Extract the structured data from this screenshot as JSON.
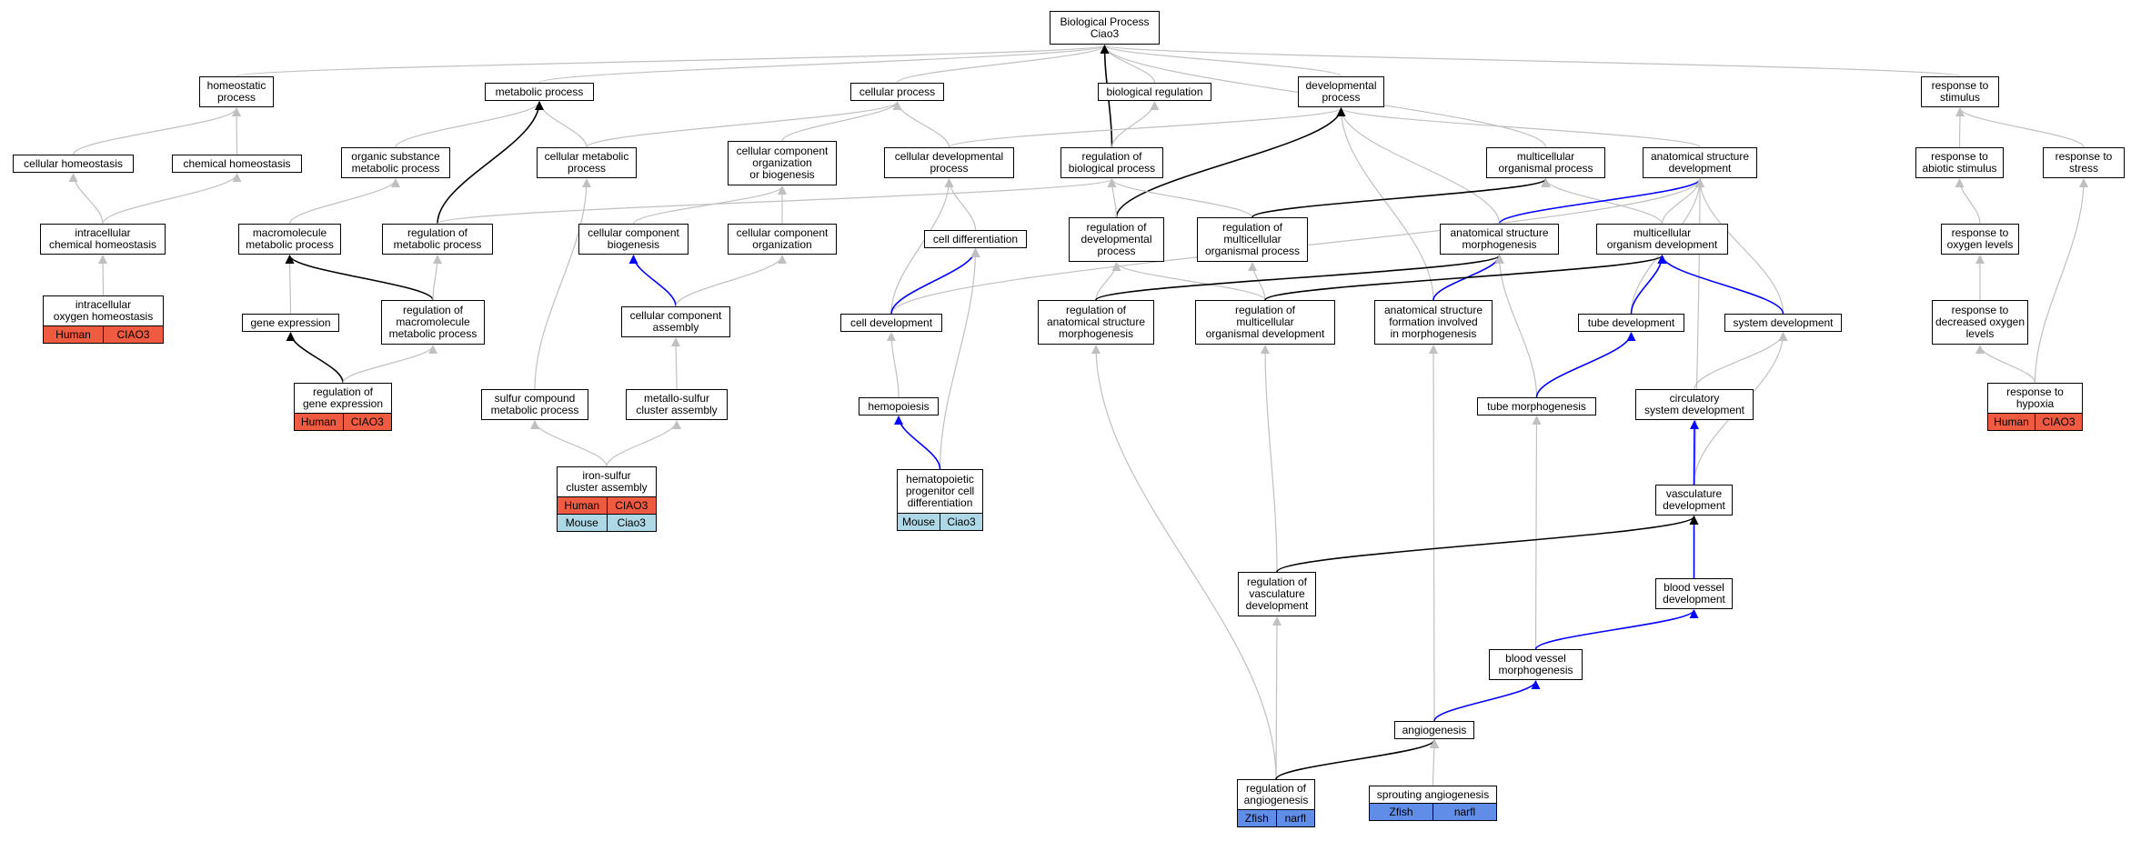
{
  "colors": {
    "gray_edge": "#c0c0c0",
    "black_edge": "#000000",
    "blue_edge": "#0000ff",
    "human_fill": "#ef5b40",
    "mouse_fill": "#aed8e6",
    "zfish_fill": "#5f8de8"
  },
  "nodes": [
    {
      "id": "bp",
      "label": "Biological Process\nCiao3"
    },
    {
      "id": "homeostatic",
      "label": "homeostatic\nprocess"
    },
    {
      "id": "metabolic",
      "label": "metabolic process"
    },
    {
      "id": "cellular",
      "label": "cellular process"
    },
    {
      "id": "bioreg",
      "label": "biological regulation"
    },
    {
      "id": "devproc",
      "label": "developmental\nprocess"
    },
    {
      "id": "stimulus",
      "label": "response to\nstimulus"
    },
    {
      "id": "cellhomeo",
      "label": "cellular homeostasis"
    },
    {
      "id": "chemhomeo",
      "label": "chemical homeostasis"
    },
    {
      "id": "orgsub",
      "label": "organic substance\nmetabolic process"
    },
    {
      "id": "cellmeta",
      "label": "cellular metabolic\nprocess"
    },
    {
      "id": "ccorg",
      "label": "cellular component\norganization\nor biogenesis"
    },
    {
      "id": "celldevproc",
      "label": "cellular developmental\nprocess"
    },
    {
      "id": "regbio",
      "label": "regulation of\nbiological process"
    },
    {
      "id": "multiorg",
      "label": "multicellular\norganismal process"
    },
    {
      "id": "anatdev",
      "label": "anatomical structure\ndevelopment"
    },
    {
      "id": "abiotic",
      "label": "response to\nabiotic stimulus"
    },
    {
      "id": "stress",
      "label": "response to\nstress"
    },
    {
      "id": "intrachem",
      "label": "intracellular\nchemical homeostasis"
    },
    {
      "id": "macromol",
      "label": "macromolecule\nmetabolic process"
    },
    {
      "id": "regmeta",
      "label": "regulation of\nmetabolic process"
    },
    {
      "id": "ccbio",
      "label": "cellular component\nbiogenesis"
    },
    {
      "id": "ccorganization",
      "label": "cellular component\norganization"
    },
    {
      "id": "celldiff",
      "label": "cell differentiation"
    },
    {
      "id": "regdev",
      "label": "regulation of\ndevelopmental\nprocess"
    },
    {
      "id": "regmulti",
      "label": "regulation of\nmulticellular\norganismal process"
    },
    {
      "id": "anatmorph",
      "label": "anatomical structure\nmorphogenesis"
    },
    {
      "id": "multidev",
      "label": "multicellular\norganism development"
    },
    {
      "id": "oxylevels",
      "label": "response to\noxygen levels"
    },
    {
      "id": "intraoxy",
      "label": "intracellular\noxygen homeostasis"
    },
    {
      "id": "geneexp",
      "label": "gene expression"
    },
    {
      "id": "regmacro",
      "label": "regulation of\nmacromolecule\nmetabolic process"
    },
    {
      "id": "ccassembly",
      "label": "cellular component\nassembly"
    },
    {
      "id": "celldev",
      "label": "cell development"
    },
    {
      "id": "reganatmorph",
      "label": "regulation of\nanatomical structure\nmorphogenesis"
    },
    {
      "id": "regmultidev",
      "label": "regulation of\nmulticellular\norganismal development"
    },
    {
      "id": "anatform",
      "label": "anatomical structure\nformation involved\nin morphogenesis"
    },
    {
      "id": "tubedev",
      "label": "tube development"
    },
    {
      "id": "sysdev",
      "label": "system development"
    },
    {
      "id": "decoxy",
      "label": "response to\ndecreased oxygen\nlevels"
    },
    {
      "id": "reggeneexp",
      "label": "regulation of\ngene expression"
    },
    {
      "id": "sulfur",
      "label": "sulfur compound\nmetabolic process"
    },
    {
      "id": "metallo",
      "label": "metallo-sulfur\ncluster assembly"
    },
    {
      "id": "hemopoiesis",
      "label": "hemopoiesis"
    },
    {
      "id": "tubemorph",
      "label": "tube morphogenesis"
    },
    {
      "id": "circdev",
      "label": "circulatory\nsystem development"
    },
    {
      "id": "hypoxia",
      "label": "response to\nhypoxia"
    },
    {
      "id": "ironsulfur",
      "label": "iron-sulfur\ncluster assembly"
    },
    {
      "id": "hemato",
      "label": "hematopoietic\nprogenitor cell\ndifferentiation"
    },
    {
      "id": "vascdev",
      "label": "vasculature\ndevelopment"
    },
    {
      "id": "regvasc",
      "label": "regulation of\nvasculature\ndevelopment"
    },
    {
      "id": "bvdev",
      "label": "blood vessel\ndevelopment"
    },
    {
      "id": "bvmorph",
      "label": "blood vessel\nmorphogenesis"
    },
    {
      "id": "angio",
      "label": "angiogenesis"
    },
    {
      "id": "regangio",
      "label": "regulation of\nangiogenesis"
    },
    {
      "id": "sprout",
      "label": "sprouting angiogenesis"
    }
  ],
  "annotations": [
    {
      "node": "intraoxy",
      "species": "Human",
      "gene": "CIAO3",
      "color": "human_fill"
    },
    {
      "node": "reggeneexp",
      "species": "Human",
      "gene": "CIAO3",
      "color": "human_fill"
    },
    {
      "node": "hypoxia",
      "species": "Human",
      "gene": "CIAO3",
      "color": "human_fill"
    },
    {
      "node": "ironsulfur",
      "species": "Human",
      "gene": "CIAO3",
      "color": "human_fill"
    },
    {
      "node": "ironsulfur",
      "species": "Mouse",
      "gene": "Ciao3",
      "color": "mouse_fill"
    },
    {
      "node": "hemato",
      "species": "Mouse",
      "gene": "Ciao3",
      "color": "mouse_fill"
    },
    {
      "node": "regangio",
      "species": "Zfish",
      "gene": "narfl",
      "color": "zfish_fill"
    },
    {
      "node": "sprout",
      "species": "Zfish",
      "gene": "narfl",
      "color": "zfish_fill"
    }
  ],
  "edges": [
    {
      "from": "homeostatic",
      "to": "bp",
      "color": "gray_edge"
    },
    {
      "from": "metabolic",
      "to": "bp",
      "color": "gray_edge"
    },
    {
      "from": "cellular",
      "to": "bp",
      "color": "gray_edge"
    },
    {
      "from": "bioreg",
      "to": "bp",
      "color": "gray_edge"
    },
    {
      "from": "devproc",
      "to": "bp",
      "color": "gray_edge"
    },
    {
      "from": "stimulus",
      "to": "bp",
      "color": "gray_edge"
    },
    {
      "from": "multiorg",
      "to": "bp",
      "color": "gray_edge"
    },
    {
      "from": "regbio",
      "to": "bp",
      "color": "black_edge"
    },
    {
      "from": "cellhomeo",
      "to": "homeostatic",
      "color": "gray_edge"
    },
    {
      "from": "chemhomeo",
      "to": "homeostatic",
      "color": "gray_edge"
    },
    {
      "from": "orgsub",
      "to": "metabolic",
      "color": "gray_edge"
    },
    {
      "from": "cellmeta",
      "to": "metabolic",
      "color": "gray_edge"
    },
    {
      "from": "regmeta",
      "to": "metabolic",
      "color": "black_edge"
    },
    {
      "from": "cellmeta",
      "to": "cellular",
      "color": "gray_edge"
    },
    {
      "from": "ccorg",
      "to": "cellular",
      "color": "gray_edge"
    },
    {
      "from": "celldevproc",
      "to": "cellular",
      "color": "gray_edge"
    },
    {
      "from": "regbio",
      "to": "bioreg",
      "color": "gray_edge"
    },
    {
      "from": "celldevproc",
      "to": "devproc",
      "color": "gray_edge"
    },
    {
      "from": "anatdev",
      "to": "devproc",
      "color": "gray_edge"
    },
    {
      "from": "anatform",
      "to": "devproc",
      "color": "gray_edge"
    },
    {
      "from": "anatmorph",
      "to": "devproc",
      "color": "gray_edge"
    },
    {
      "from": "regdev",
      "to": "devproc",
      "color": "black_edge"
    },
    {
      "from": "abiotic",
      "to": "stimulus",
      "color": "gray_edge"
    },
    {
      "from": "stress",
      "to": "stimulus",
      "color": "gray_edge"
    },
    {
      "from": "intrachem",
      "to": "cellhomeo",
      "color": "gray_edge"
    },
    {
      "from": "intrachem",
      "to": "chemhomeo",
      "color": "gray_edge"
    },
    {
      "from": "macromol",
      "to": "orgsub",
      "color": "gray_edge"
    },
    {
      "from": "sulfur",
      "to": "cellmeta",
      "color": "gray_edge"
    },
    {
      "from": "ccbio",
      "to": "ccorg",
      "color": "gray_edge"
    },
    {
      "from": "ccorganization",
      "to": "ccorg",
      "color": "gray_edge"
    },
    {
      "from": "celldiff",
      "to": "celldevproc",
      "color": "gray_edge"
    },
    {
      "from": "celldev",
      "to": "celldevproc",
      "color": "gray_edge"
    },
    {
      "from": "regmeta",
      "to": "regbio",
      "color": "gray_edge"
    },
    {
      "from": "regdev",
      "to": "regbio",
      "color": "gray_edge"
    },
    {
      "from": "regmulti",
      "to": "regbio",
      "color": "gray_edge"
    },
    {
      "from": "regmulti",
      "to": "multiorg",
      "color": "black_edge"
    },
    {
      "from": "multidev",
      "to": "multiorg",
      "color": "gray_edge"
    },
    {
      "from": "multidev",
      "to": "anatdev",
      "color": "gray_edge"
    },
    {
      "from": "anatmorph",
      "to": "anatdev",
      "color": "blue_edge"
    },
    {
      "from": "tubedev",
      "to": "anatdev",
      "color": "gray_edge"
    },
    {
      "from": "sysdev",
      "to": "anatdev",
      "color": "gray_edge"
    },
    {
      "from": "celldev",
      "to": "anatdev",
      "color": "gray_edge"
    },
    {
      "from": "bvdev",
      "to": "anatdev",
      "color": "gray_edge"
    },
    {
      "from": "oxylevels",
      "to": "abiotic",
      "color": "gray_edge"
    },
    {
      "from": "hypoxia",
      "to": "stress",
      "color": "gray_edge"
    },
    {
      "from": "intraoxy",
      "to": "intrachem",
      "color": "gray_edge"
    },
    {
      "from": "geneexp",
      "to": "macromol",
      "color": "gray_edge"
    },
    {
      "from": "regmacro",
      "to": "macromol",
      "color": "black_edge"
    },
    {
      "from": "regmacro",
      "to": "regmeta",
      "color": "gray_edge"
    },
    {
      "from": "ccassembly",
      "to": "ccbio",
      "color": "blue_edge"
    },
    {
      "from": "ccassembly",
      "to": "ccorganization",
      "color": "gray_edge"
    },
    {
      "from": "celldev",
      "to": "celldiff",
      "color": "blue_edge"
    },
    {
      "from": "reganatmorph",
      "to": "regdev",
      "color": "gray_edge"
    },
    {
      "from": "regmultidev",
      "to": "regdev",
      "color": "gray_edge"
    },
    {
      "from": "regmultidev",
      "to": "regmulti",
      "color": "gray_edge"
    },
    {
      "from": "reganatmorph",
      "to": "anatmorph",
      "color": "black_edge"
    },
    {
      "from": "anatform",
      "to": "anatmorph",
      "color": "blue_edge"
    },
    {
      "from": "tubemorph",
      "to": "anatmorph",
      "color": "gray_edge"
    },
    {
      "from": "regmultidev",
      "to": "multidev",
      "color": "black_edge"
    },
    {
      "from": "tubedev",
      "to": "multidev",
      "color": "blue_edge"
    },
    {
      "from": "sysdev",
      "to": "multidev",
      "color": "blue_edge"
    },
    {
      "from": "decoxy",
      "to": "oxylevels",
      "color": "gray_edge"
    },
    {
      "from": "reggeneexp",
      "to": "geneexp",
      "color": "black_edge"
    },
    {
      "from": "reggeneexp",
      "to": "regmacro",
      "color": "gray_edge"
    },
    {
      "from": "metallo",
      "to": "ccassembly",
      "color": "gray_edge"
    },
    {
      "from": "hemopoiesis",
      "to": "celldev",
      "color": "gray_edge"
    },
    {
      "from": "hemato",
      "to": "celldiff",
      "color": "gray_edge"
    },
    {
      "from": "regangio",
      "to": "reganatmorph",
      "color": "gray_edge"
    },
    {
      "from": "regvasc",
      "to": "regmultidev",
      "color": "gray_edge"
    },
    {
      "from": "angio",
      "to": "anatform",
      "color": "gray_edge"
    },
    {
      "from": "tubemorph",
      "to": "tubedev",
      "color": "blue_edge"
    },
    {
      "from": "circdev",
      "to": "sysdev",
      "color": "gray_edge"
    },
    {
      "from": "vascdev",
      "to": "sysdev",
      "color": "gray_edge"
    },
    {
      "from": "hypoxia",
      "to": "decoxy",
      "color": "gray_edge"
    },
    {
      "from": "ironsulfur",
      "to": "sulfur",
      "color": "gray_edge"
    },
    {
      "from": "ironsulfur",
      "to": "metallo",
      "color": "gray_edge"
    },
    {
      "from": "hemato",
      "to": "hemopoiesis",
      "color": "blue_edge"
    },
    {
      "from": "bvmorph",
      "to": "tubemorph",
      "color": "gray_edge"
    },
    {
      "from": "vascdev",
      "to": "circdev",
      "color": "blue_edge"
    },
    {
      "from": "bvdev",
      "to": "vascdev",
      "color": "blue_edge"
    },
    {
      "from": "regvasc",
      "to": "vascdev",
      "color": "black_edge"
    },
    {
      "from": "regangio",
      "to": "regvasc",
      "color": "gray_edge"
    },
    {
      "from": "bvmorph",
      "to": "bvdev",
      "color": "blue_edge"
    },
    {
      "from": "angio",
      "to": "bvmorph",
      "color": "blue_edge"
    },
    {
      "from": "regangio",
      "to": "angio",
      "color": "black_edge"
    },
    {
      "from": "sprout",
      "to": "angio",
      "color": "gray_edge"
    }
  ]
}
